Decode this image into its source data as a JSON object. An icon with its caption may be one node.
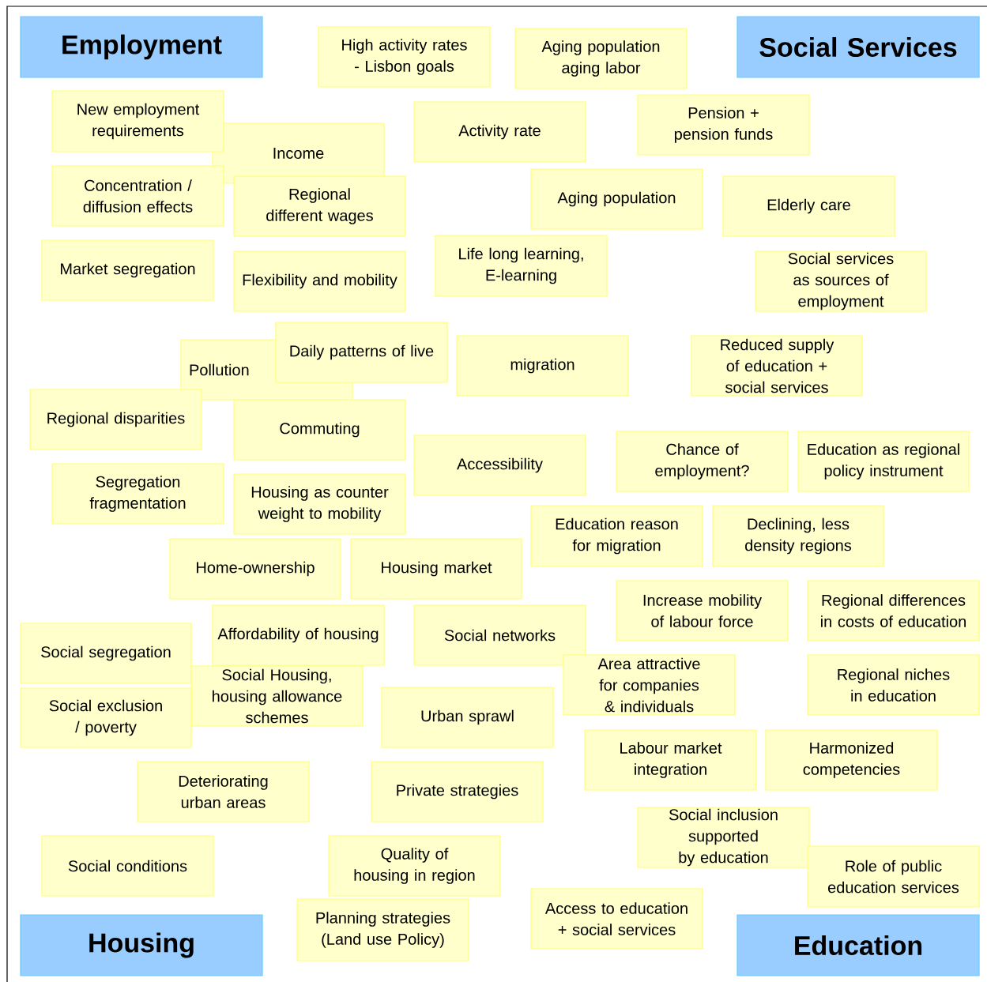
{
  "diagram": {
    "nodes": [
      {
        "text": [
          "Employment"
        ]
      },
      {
        "text": [
          "Social Services"
        ]
      },
      {
        "text": [
          "Housing"
        ]
      },
      {
        "text": [
          "Education"
        ]
      },
      {
        "text": [
          "High activity rates - Lisbon goals"
        ]
      },
      {
        "text": [
          "Aging population aging labor"
        ]
      },
      {
        "text": [
          "New employment requirements"
        ]
      },
      {
        "text": [
          "Income"
        ]
      },
      {
        "text": [
          "Activity rate"
        ]
      },
      {
        "text": [
          "Pension + pension funds"
        ]
      },
      {
        "text": [
          "Concentration / diffusion effects"
        ]
      },
      {
        "text": [
          "Regional different wages"
        ]
      },
      {
        "text": [
          "Aging population"
        ]
      },
      {
        "text": [
          "Elderly care"
        ]
      },
      {
        "text": [
          "Market segregation"
        ]
      },
      {
        "text": [
          "Flexibility and mobility"
        ]
      },
      {
        "text": [
          "Life long learning, E-learning"
        ]
      },
      {
        "text": [
          "Social services as sources of employment"
        ]
      },
      {
        "text": [
          "Pollution"
        ]
      },
      {
        "text": [
          "Daily patterns of live"
        ]
      },
      {
        "text": [
          "migration"
        ]
      },
      {
        "text": [
          "Reduced supply of education +  social services"
        ]
      },
      {
        "text": [
          "Regional disparities"
        ]
      },
      {
        "text": [
          "Commuting"
        ]
      },
      {
        "text": [
          "Accessibility"
        ]
      },
      {
        "text": [
          "Chance of employment?"
        ]
      },
      {
        "text": [
          "Education as regional policy instrument"
        ]
      },
      {
        "text": [
          "Segregation fragmentation"
        ]
      },
      {
        "text": [
          "Housing as counter weight to mobility"
        ]
      },
      {
        "text": [
          "Education reason for migration"
        ]
      },
      {
        "text": [
          "Declining, less density regions"
        ]
      },
      {
        "text": [
          "Home-ownership"
        ]
      },
      {
        "text": [
          "Housing market"
        ]
      },
      {
        "text": [
          "Increase mobility of labour force"
        ]
      },
      {
        "text": [
          "Regional differences in costs of education"
        ]
      },
      {
        "text": [
          "Social segregation"
        ]
      },
      {
        "text": [
          "Affordability of housing"
        ]
      },
      {
        "text": [
          "Social networks"
        ]
      },
      {
        "text": [
          "Social Housing, housing  allowance schemes"
        ]
      },
      {
        "text": [
          "Area attractive for companies & individuals"
        ]
      },
      {
        "text": [
          "Regional niches in education"
        ]
      },
      {
        "text": [
          "Social exclusion /  poverty"
        ]
      },
      {
        "text": [
          "Urban sprawl"
        ]
      },
      {
        "text": [
          "Labour market integration"
        ]
      },
      {
        "text": [
          "Harmonized competencies"
        ]
      },
      {
        "text": [
          "Deteriorating urban areas"
        ]
      },
      {
        "text": [
          "Private strategies"
        ]
      },
      {
        "text": [
          "Social inclusion supported by education"
        ]
      },
      {
        "text": [
          "Social conditions"
        ]
      },
      {
        "text": [
          "Quality of housing in region"
        ]
      },
      {
        "text": [
          "Role of public education services"
        ]
      },
      {
        "text": [
          "Planning strategies (Land use Policy)"
        ]
      },
      {
        "text": [
          "Access to education + social services"
        ]
      }
    ]
  }
}
